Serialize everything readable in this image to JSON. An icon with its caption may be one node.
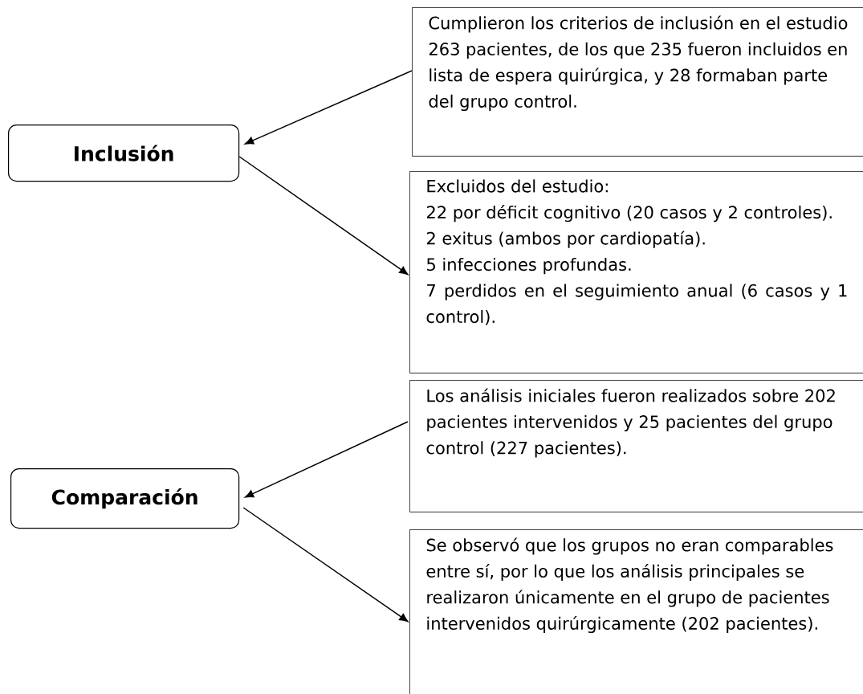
{
  "diagram": {
    "nodes": [
      {
        "text": [
          "Inclusión"
        ]
      },
      {
        "text": [
          "Cumplieron los criterios de inclusión en el estudio 263 pacientes, de los que 235 fueron incluidos en lista de espera quirúrgica, y 28 formaban parte del grupo control."
        ]
      },
      {
        "text": [
          "Excluidos del estudio:",
          "22 por déficit cognitivo (20 casos y 2 controles).",
          "2 exitus (ambos por cardiopatía).",
          "5 infecciones profundas.",
          "7 perdidos en el seguimiento anual (6 casos y 1 control)."
        ]
      },
      {
        "text": [
          "Comparación"
        ]
      },
      {
        "text": [
          "Los análisis iniciales fueron realizados sobre 202 pacientes intervenidos y 25 pacientes del grupo control (227 pacientes)."
        ]
      },
      {
        "text": [
          "Se observó que los grupos no eran comparables entre sí, por lo que los análisis principales se realizaron únicamente en el grupo de pacientes intervenidos quirúrgicamente (202 pacientes)."
        ]
      }
    ],
    "edges": [
      {
        "from": 1,
        "to": 0,
        "arrow": "to"
      },
      {
        "from": 0,
        "to": 2,
        "arrow": "to"
      },
      {
        "from": 4,
        "to": 3,
        "arrow": "to"
      },
      {
        "from": 3,
        "to": 5,
        "arrow": "to"
      }
    ]
  }
}
